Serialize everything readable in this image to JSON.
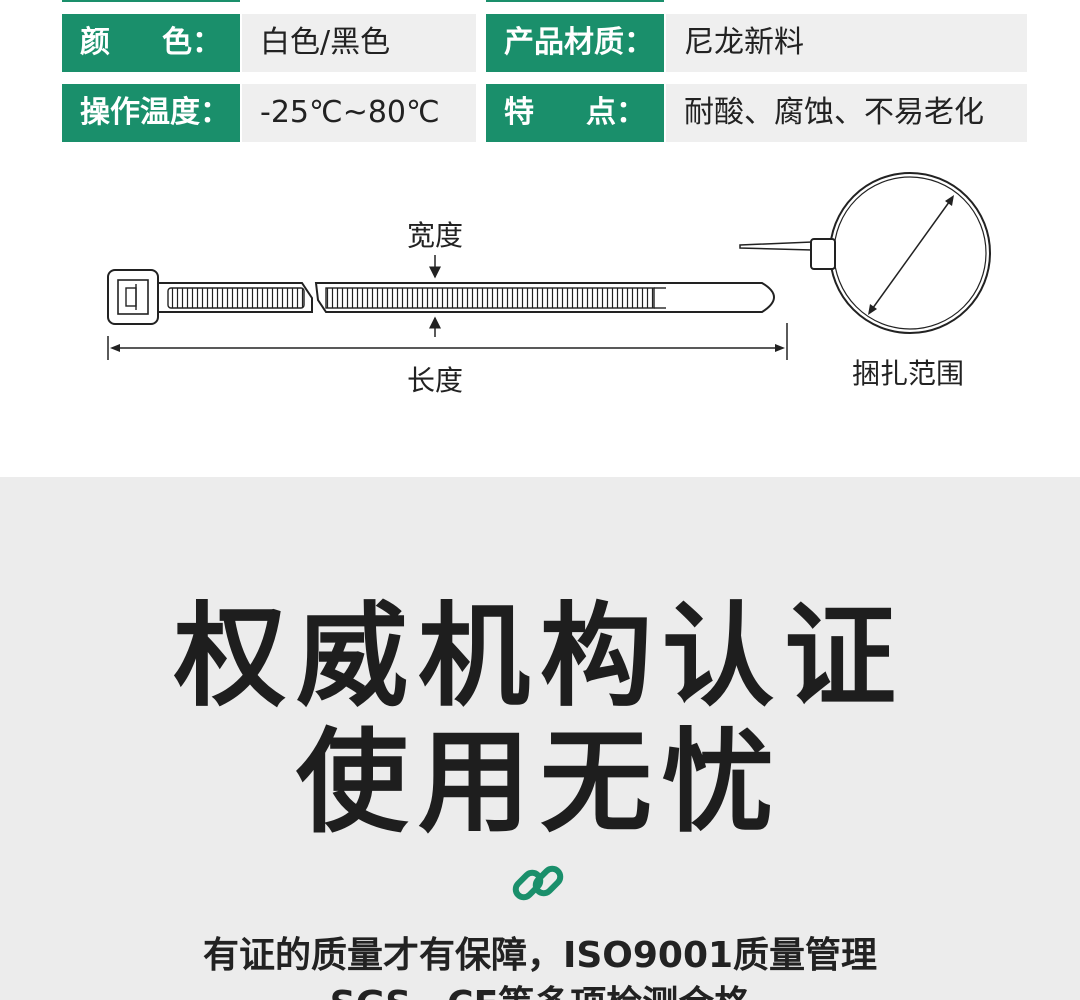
{
  "specs": [
    {
      "label_chars": [
        "颜",
        "色："
      ],
      "value": "白色/黑色"
    },
    {
      "label_chars": [
        "产品材质："
      ],
      "value": "尼龙新料"
    },
    {
      "label_chars": [
        "操作温度："
      ],
      "value": "-25℃~80℃"
    },
    {
      "label_chars": [
        "特",
        "点："
      ],
      "value": "耐酸、腐蚀、不易老化"
    }
  ],
  "diagram": {
    "width_label": "宽度",
    "length_label": "长度",
    "range_label": "捆扎范围"
  },
  "cert": {
    "title_line1": "权威机构认证",
    "title_line2": "使用无忧",
    "icon": "link-icon",
    "desc_line1": "有证的质量才有保障，ISO9001质量管理",
    "desc_line2": "SGS、CE等多项检测合格"
  },
  "colors": {
    "accent": "#1a8f6b",
    "cell_bg": "#efefef",
    "section_bg": "#ececec"
  }
}
